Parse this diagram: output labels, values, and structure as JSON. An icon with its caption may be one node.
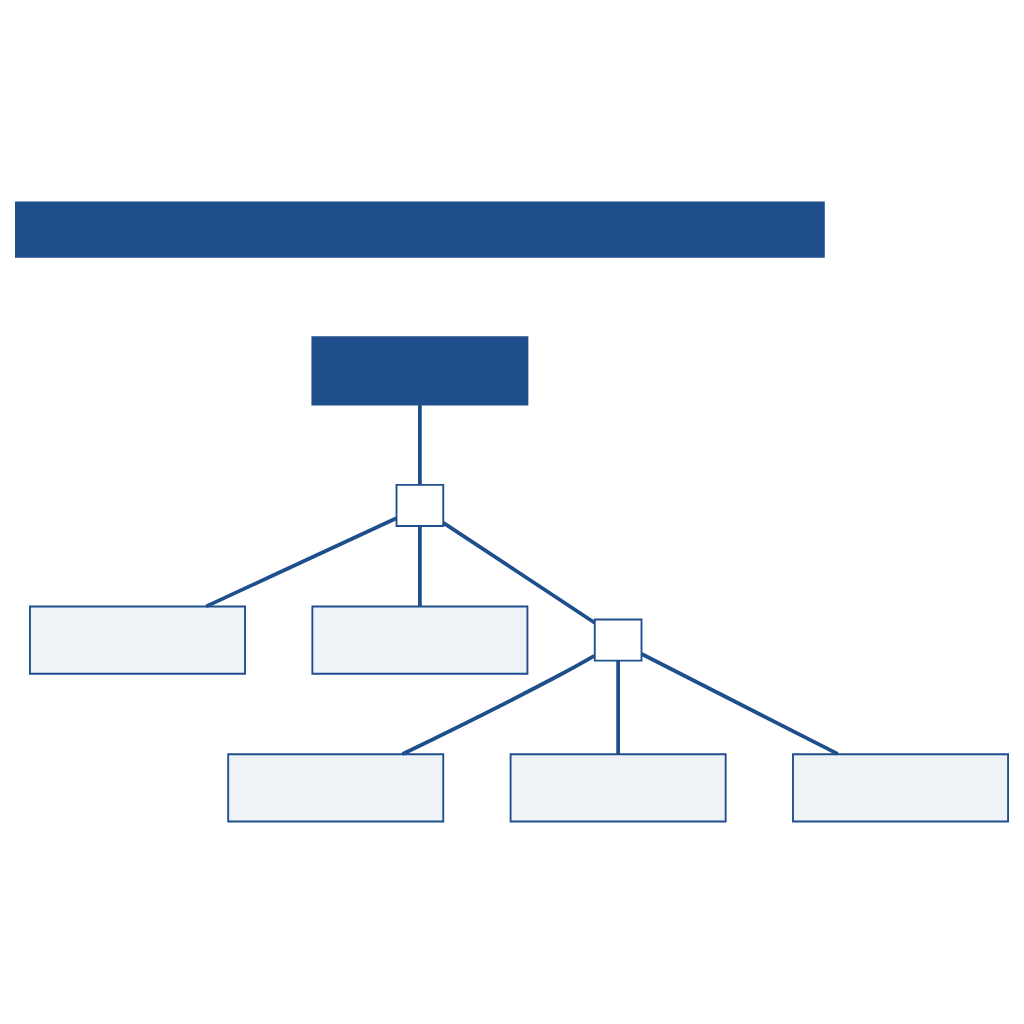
{
  "diagram": {
    "nodes": [
      {
        "text": [],
        "shape": "bar"
      },
      {
        "text": [],
        "shape": "box"
      },
      {
        "text": [],
        "shape": "box"
      },
      {
        "text": [],
        "shape": "box"
      },
      {
        "text": [],
        "shape": "box"
      },
      {
        "text": [],
        "shape": "box"
      },
      {
        "text": [],
        "shape": "box"
      },
      {
        "text": [],
        "shape": "box"
      },
      {
        "text": [],
        "shape": "box"
      }
    ],
    "edges": [
      {
        "from": 1,
        "to": 2,
        "arrow": "none"
      },
      {
        "from": 2,
        "to": 3,
        "arrow": "none"
      },
      {
        "from": 2,
        "to": 4,
        "arrow": "none"
      },
      {
        "from": 2,
        "to": 5,
        "arrow": "none"
      },
      {
        "from": 5,
        "to": 6,
        "arrow": "none"
      },
      {
        "from": 5,
        "to": 7,
        "arrow": "none"
      },
      {
        "from": 5,
        "to": 8,
        "arrow": "none"
      }
    ]
  }
}
